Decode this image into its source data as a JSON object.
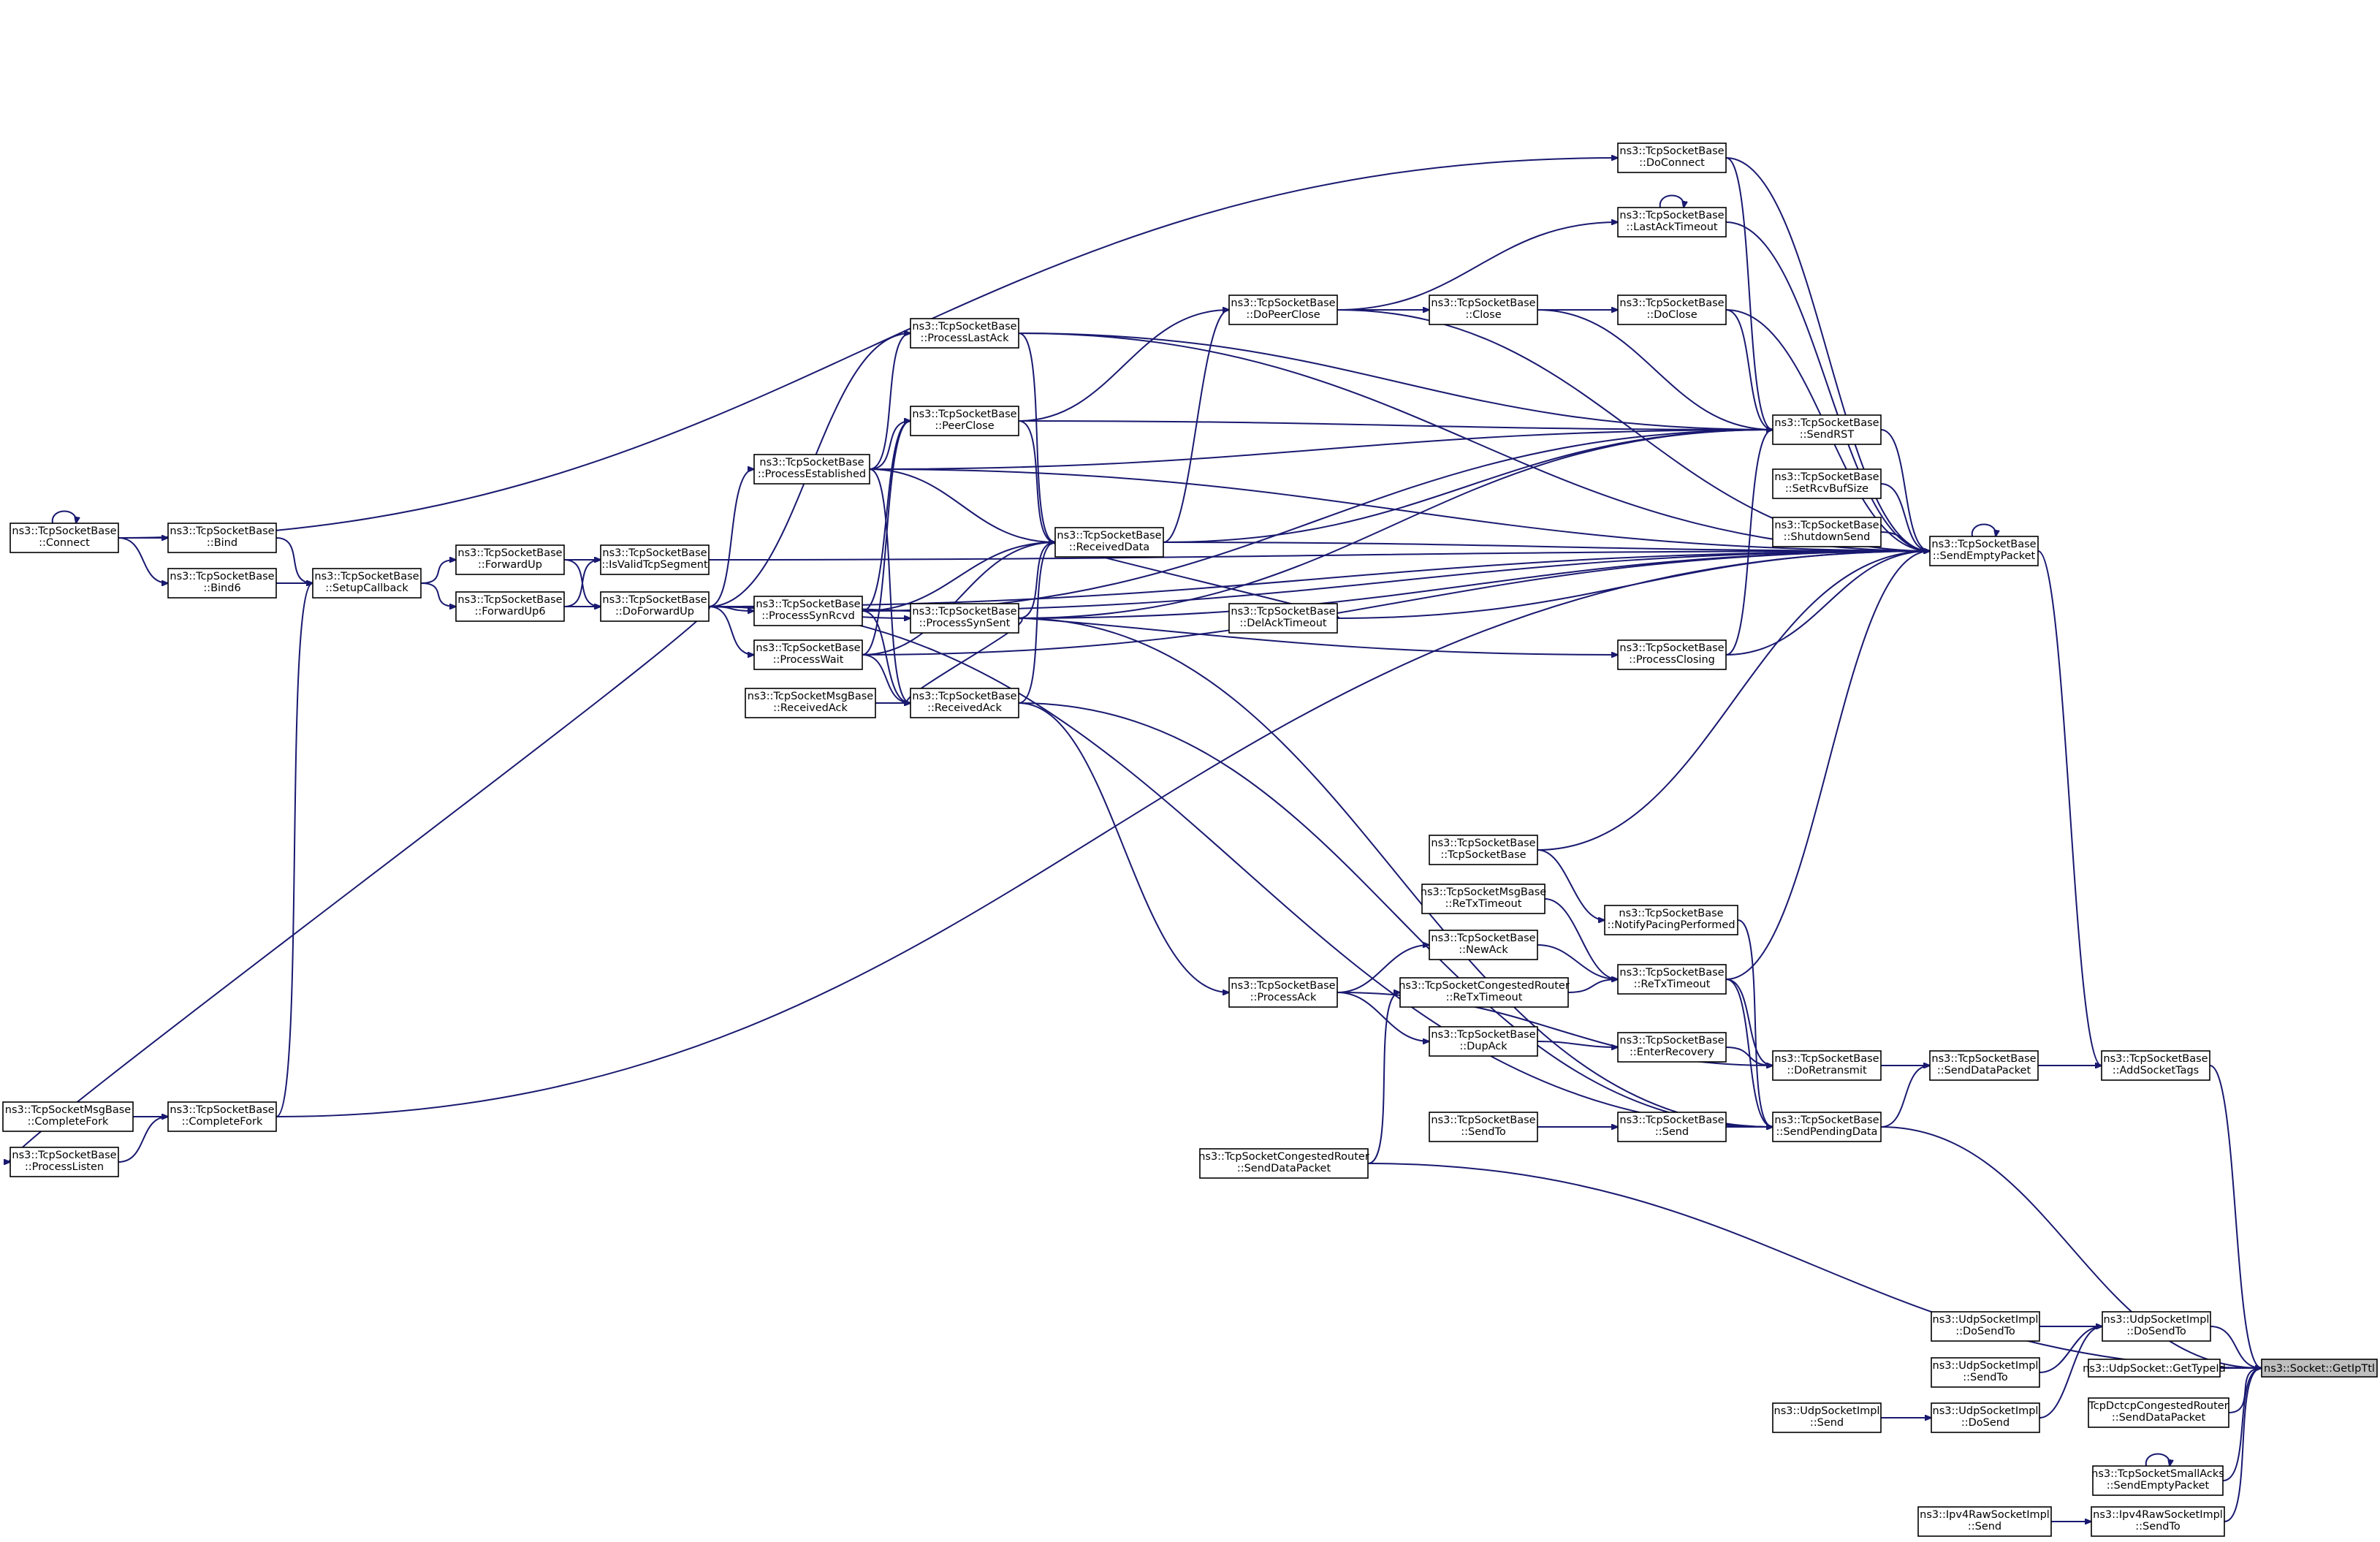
{
  "graph": {
    "edge_color": "#191970",
    "root_fill": "#bfbfbf",
    "nodes": [
      {
        "id": "root",
        "lines": [
          "ns3::Socket::GetIpTtl"
        ]
      },
      {
        "id": "udpDoSendTo",
        "lines": [
          "ns3::UdpSocketImpl",
          "::DoSendTo"
        ]
      },
      {
        "id": "udpGetTypeId",
        "lines": [
          "ns3::UdpSocket::GetTypeId"
        ]
      },
      {
        "id": "tcpDctcpSDP",
        "lines": [
          "TcpDctcpCongestedRouter",
          "::SendDataPacket"
        ]
      },
      {
        "id": "tcpSmallAcksSEP",
        "lines": [
          "ns3::TcpSocketSmallAcks",
          "::SendEmptyPacket"
        ]
      },
      {
        "id": "ipv4RawSendTo",
        "lines": [
          "ns3::Ipv4RawSocketImpl",
          "::SendTo"
        ]
      },
      {
        "id": "ipv4RawSend",
        "lines": [
          "ns3::Ipv4RawSocketImpl",
          "::Send"
        ]
      },
      {
        "id": "udpDoSendTo2",
        "lines": [
          "ns3::UdpSocketImpl",
          "::DoSendTo"
        ]
      },
      {
        "id": "udpSendTo",
        "lines": [
          "ns3::UdpSocketImpl",
          "::SendTo"
        ]
      },
      {
        "id": "udpDoSend",
        "lines": [
          "ns3::UdpSocketImpl",
          "::DoSend"
        ]
      },
      {
        "id": "udpSend",
        "lines": [
          "ns3::UdpSocketImpl",
          "::Send"
        ]
      },
      {
        "id": "addSocketTags",
        "lines": [
          "ns3::TcpSocketBase",
          "::AddSocketTags"
        ]
      },
      {
        "id": "sendEmptyPacket",
        "lines": [
          "ns3::TcpSocketBase",
          "::SendEmptyPacket"
        ]
      },
      {
        "id": "sendDataPacket",
        "lines": [
          "ns3::TcpSocketBase",
          "::SendDataPacket"
        ]
      },
      {
        "id": "doRetransmit",
        "lines": [
          "ns3::TcpSocketBase",
          "::DoRetransmit"
        ]
      },
      {
        "id": "sendPendingData",
        "lines": [
          "ns3::TcpSocketBase",
          "::SendPendingData"
        ]
      },
      {
        "id": "reTxTimeout",
        "lines": [
          "ns3::TcpSocketBase",
          "::ReTxTimeout"
        ]
      },
      {
        "id": "enterRecovery",
        "lines": [
          "ns3::TcpSocketBase",
          "::EnterRecovery"
        ]
      },
      {
        "id": "send",
        "lines": [
          "ns3::TcpSocketBase",
          "::Send"
        ]
      },
      {
        "id": "sendTo",
        "lines": [
          "ns3::TcpSocketBase",
          "::SendTo"
        ]
      },
      {
        "id": "notifyPacing",
        "lines": [
          "ns3::TcpSocketBase",
          "::NotifyPacingPerformed"
        ]
      },
      {
        "id": "tcpSocketBaseCtor",
        "lines": [
          "ns3::TcpSocketBase",
          "::TcpSocketBase"
        ]
      },
      {
        "id": "msgReTxTimeout",
        "lines": [
          "ns3::TcpSocketMsgBase",
          "::ReTxTimeout"
        ]
      },
      {
        "id": "newAck",
        "lines": [
          "ns3::TcpSocketBase",
          "::NewAck"
        ]
      },
      {
        "id": "congReTxTimeout",
        "lines": [
          "ns3::TcpSocketCongestedRouter",
          "::ReTxTimeout"
        ]
      },
      {
        "id": "dupAck",
        "lines": [
          "ns3::TcpSocketBase",
          "::DupAck"
        ]
      },
      {
        "id": "congSDP",
        "lines": [
          "ns3::TcpSocketCongestedRouter",
          "::SendDataPacket"
        ]
      },
      {
        "id": "processAck",
        "lines": [
          "ns3::TcpSocketBase",
          "::ProcessAck"
        ]
      },
      {
        "id": "sendRST",
        "lines": [
          "ns3::TcpSocketBase",
          "::SendRST"
        ]
      },
      {
        "id": "setRcvBufSize",
        "lines": [
          "ns3::TcpSocketBase",
          "::SetRcvBufSize"
        ]
      },
      {
        "id": "shutdownSend",
        "lines": [
          "ns3::TcpSocketBase",
          "::ShutdownSend"
        ]
      },
      {
        "id": "processClosing",
        "lines": [
          "ns3::TcpSocketBase",
          "::ProcessClosing"
        ]
      },
      {
        "id": "doConnect",
        "lines": [
          "ns3::TcpSocketBase",
          "::DoConnect"
        ]
      },
      {
        "id": "lastAckTimeout",
        "lines": [
          "ns3::TcpSocketBase",
          "::LastAckTimeout"
        ]
      },
      {
        "id": "doClose",
        "lines": [
          "ns3::TcpSocketBase",
          "::DoClose"
        ]
      },
      {
        "id": "close",
        "lines": [
          "ns3::TcpSocketBase",
          "::Close"
        ]
      },
      {
        "id": "doPeerClose",
        "lines": [
          "ns3::TcpSocketBase",
          "::DoPeerClose"
        ]
      },
      {
        "id": "receivedData",
        "lines": [
          "ns3::TcpSocketBase",
          "::ReceivedData"
        ]
      },
      {
        "id": "delAckTimeout",
        "lines": [
          "ns3::TcpSocketBase",
          "::DelAckTimeout"
        ]
      },
      {
        "id": "processLastAck",
        "lines": [
          "ns3::TcpSocketBase",
          "::ProcessLastAck"
        ]
      },
      {
        "id": "peerClose",
        "lines": [
          "ns3::TcpSocketBase",
          "::PeerClose"
        ]
      },
      {
        "id": "processSynSent",
        "lines": [
          "ns3::TcpSocketBase",
          "::ProcessSynSent"
        ]
      },
      {
        "id": "receivedAck",
        "lines": [
          "ns3::TcpSocketBase",
          "::ReceivedAck"
        ]
      },
      {
        "id": "msgReceivedAck",
        "lines": [
          "ns3::TcpSocketMsgBase",
          "::ReceivedAck"
        ]
      },
      {
        "id": "processEstablished",
        "lines": [
          "ns3::TcpSocketBase",
          "::ProcessEstablished"
        ]
      },
      {
        "id": "processSynRcvd",
        "lines": [
          "ns3::TcpSocketBase",
          "::ProcessSynRcvd"
        ]
      },
      {
        "id": "processWait",
        "lines": [
          "ns3::TcpSocketBase",
          "::ProcessWait"
        ]
      },
      {
        "id": "doForwardUp",
        "lines": [
          "ns3::TcpSocketBase",
          "::DoForwardUp"
        ]
      },
      {
        "id": "isValidTcpSegment",
        "lines": [
          "ns3::TcpSocketBase",
          "::IsValidTcpSegment"
        ]
      },
      {
        "id": "forwardUp",
        "lines": [
          "ns3::TcpSocketBase",
          "::ForwardUp"
        ]
      },
      {
        "id": "forwardUp6",
        "lines": [
          "ns3::TcpSocketBase",
          "::ForwardUp6"
        ]
      },
      {
        "id": "setupCallback",
        "lines": [
          "ns3::TcpSocketBase",
          "::SetupCallback"
        ]
      },
      {
        "id": "bind",
        "lines": [
          "ns3::TcpSocketBase",
          "::Bind"
        ]
      },
      {
        "id": "bind6",
        "lines": [
          "ns3::TcpSocketBase",
          "::Bind6"
        ]
      },
      {
        "id": "connect",
        "lines": [
          "ns3::TcpSocketBase",
          "::Connect"
        ]
      },
      {
        "id": "completeFork",
        "lines": [
          "ns3::TcpSocketBase",
          "::CompleteFork"
        ]
      },
      {
        "id": "msgCompleteFork",
        "lines": [
          "ns3::TcpSocketMsgBase",
          "::CompleteFork"
        ]
      },
      {
        "id": "processListen",
        "lines": [
          "ns3::TcpSocketBase",
          "::ProcessListen"
        ]
      }
    ]
  }
}
